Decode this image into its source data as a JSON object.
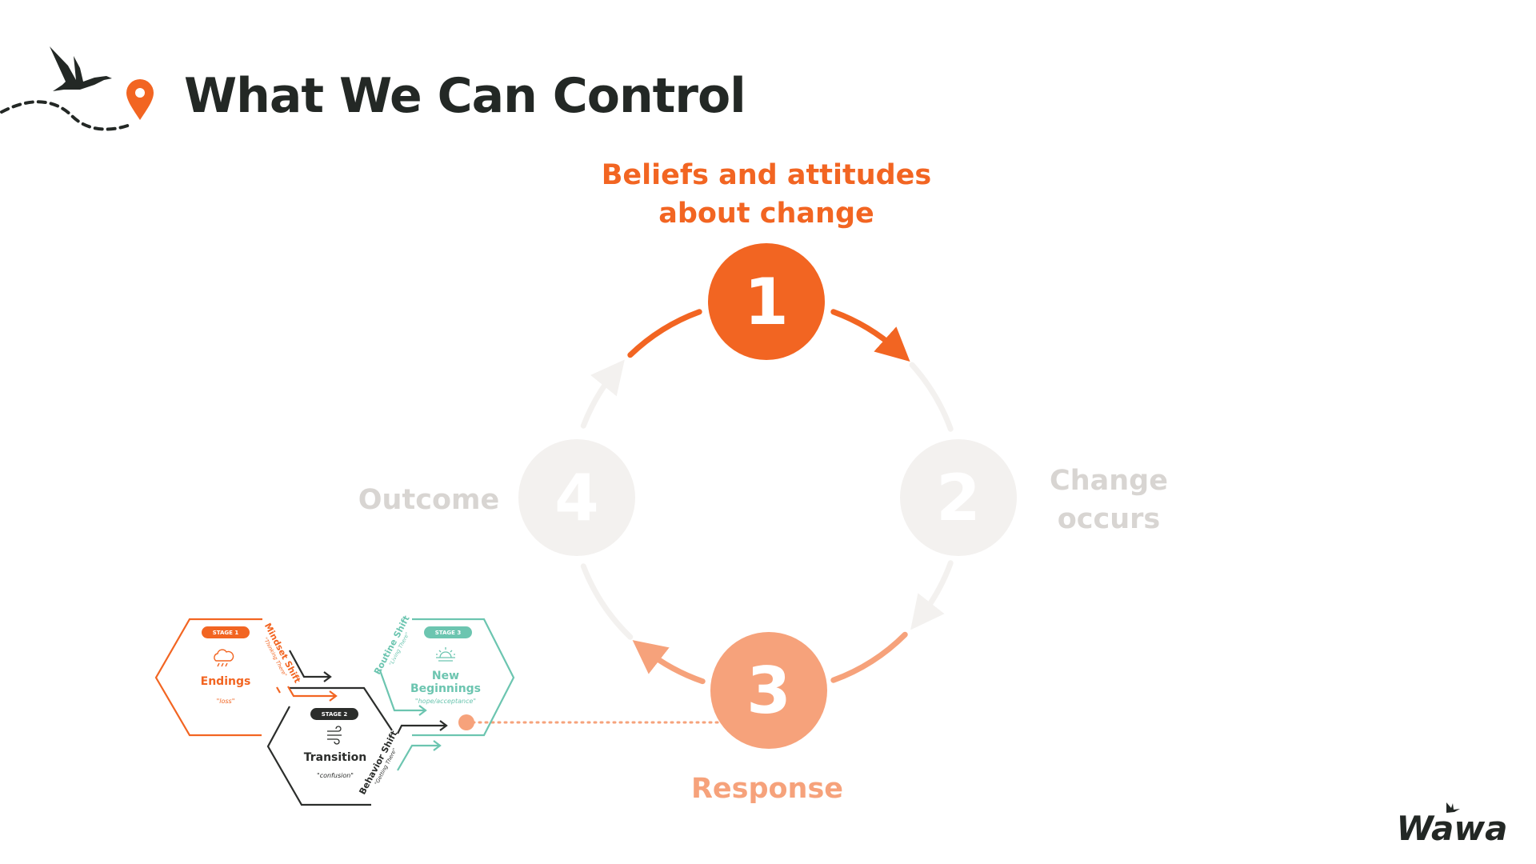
{
  "header": {
    "title": "What We Can Control",
    "icons": [
      "goose-icon",
      "map-pin-icon",
      "dashed-path"
    ]
  },
  "cycle": {
    "steps": [
      {
        "number": "1",
        "label_lines": [
          "Beliefs and attitudes",
          "about change"
        ],
        "color": "#F26522",
        "active": true
      },
      {
        "number": "2",
        "label_lines": [
          "Change",
          "occurs"
        ],
        "color": "#F3F1EF",
        "active": false
      },
      {
        "number": "3",
        "label_lines": [
          "Response"
        ],
        "color": "#F6A27B",
        "active": true
      },
      {
        "number": "4",
        "label_lines": [
          "Outcome"
        ],
        "color": "#F3F1EF",
        "active": false
      }
    ]
  },
  "stages": [
    {
      "badge": "STAGE 1",
      "name": "Endings",
      "quote": "\"loss\"",
      "color": "#F26522",
      "icon": "cloud-rain-icon"
    },
    {
      "badge": "STAGE 2",
      "name": "Transition",
      "quote": "\"confusion\"",
      "color": "#2B2D2B",
      "icon": "wind-icon"
    },
    {
      "badge": "STAGE 3",
      "name_lines": [
        "New",
        "Beginnings"
      ],
      "quote": "\"hope/acceptance\"",
      "color": "#6CC5B0",
      "icon": "sunrise-icon"
    }
  ],
  "shifts": [
    {
      "title": "Mindset Shift",
      "sub": "\"Thinking There\""
    },
    {
      "title": "Behavior Shift",
      "sub": "\"Getting There\""
    },
    {
      "title": "Routine Shift",
      "sub": "\"Living There\""
    }
  ],
  "logo": {
    "text": "Wawa"
  },
  "colors": {
    "orange": "#F26522",
    "light_orange": "#F6A27B",
    "gray": "#F3F1EF",
    "gray_text": "#D8D5D2",
    "teal": "#6CC5B0",
    "dark": "#232825"
  }
}
